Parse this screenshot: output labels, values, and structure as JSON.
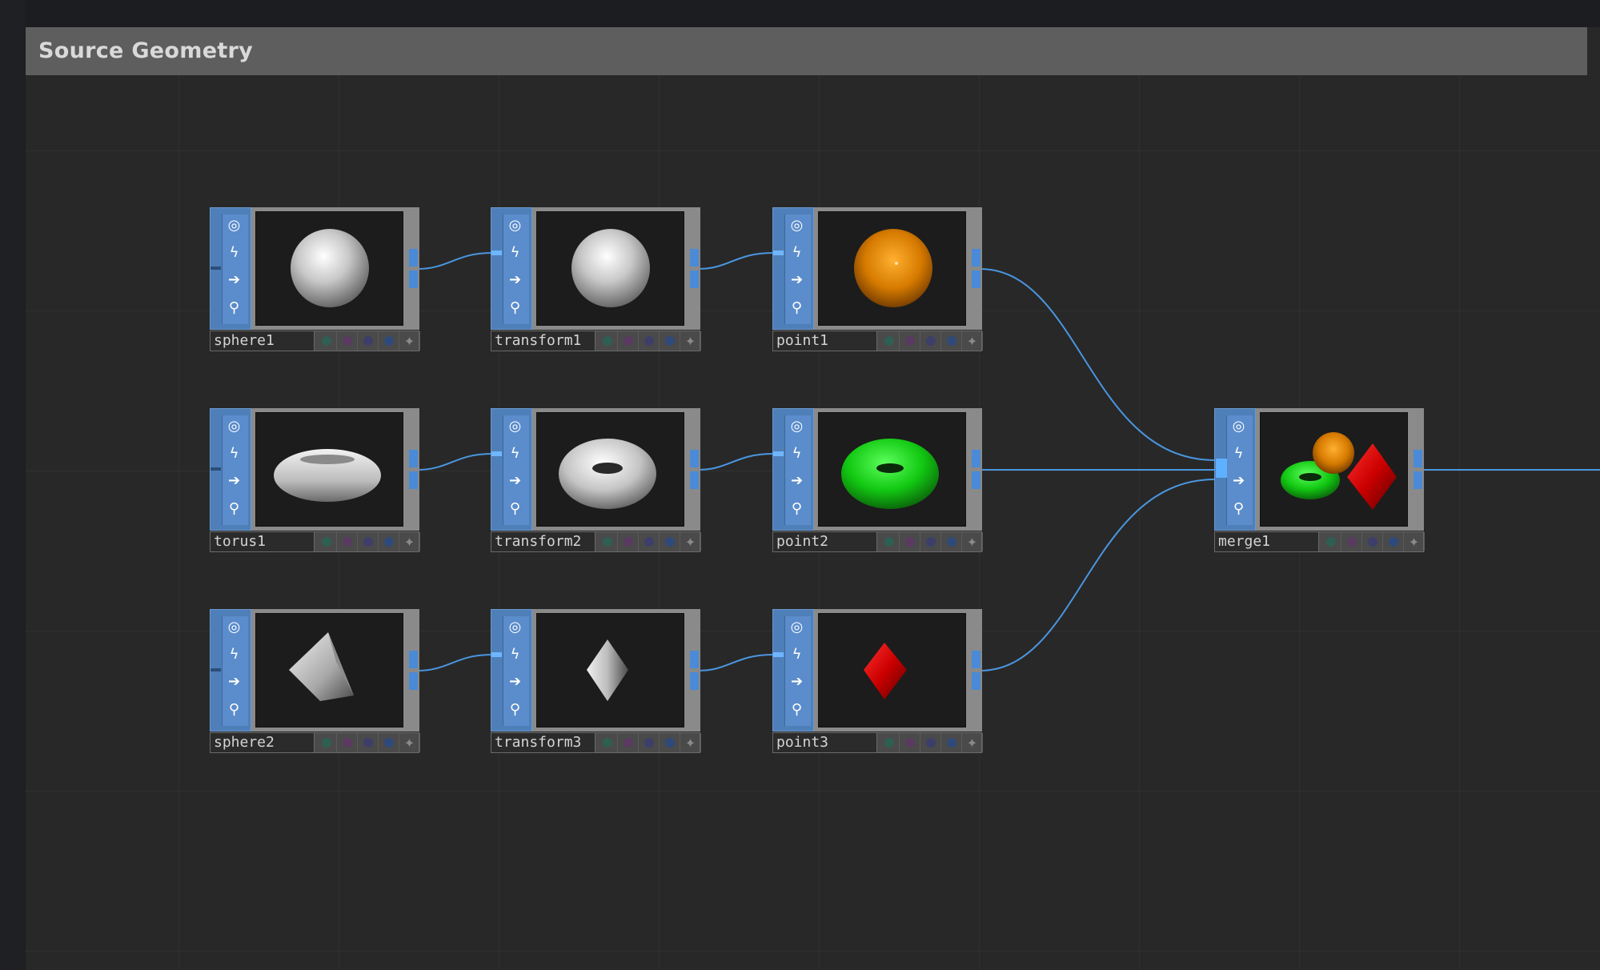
{
  "panel": {
    "title": "Source Geometry"
  },
  "nodes": [
    {
      "id": "sphere1",
      "label": "sphere1",
      "preview": "white-sphere"
    },
    {
      "id": "transform1",
      "label": "transform1",
      "preview": "white-sphere"
    },
    {
      "id": "point1",
      "label": "point1",
      "preview": "orange-sphere"
    },
    {
      "id": "torus1",
      "label": "torus1",
      "preview": "white-torus-flat"
    },
    {
      "id": "transform2",
      "label": "transform2",
      "preview": "white-torus"
    },
    {
      "id": "point2",
      "label": "point2",
      "preview": "green-torus"
    },
    {
      "id": "sphere2",
      "label": "sphere2",
      "preview": "white-cone"
    },
    {
      "id": "transform3",
      "label": "transform3",
      "preview": "white-diamond"
    },
    {
      "id": "point3",
      "label": "point3",
      "preview": "red-diamond"
    },
    {
      "id": "merge1",
      "label": "merge1",
      "preview": "merged-shapes"
    }
  ],
  "node_controls": [
    "target-icon",
    "lightning-icon",
    "arrow-right-icon",
    "lock-icon"
  ],
  "flag_colors": [
    "#2f5f52",
    "#5a3a60",
    "#3d3f6a",
    "#2f4a7a"
  ],
  "colors": {
    "accent_blue": "#4a8ad6",
    "wire": "#4a96e0",
    "background": "#282828"
  }
}
